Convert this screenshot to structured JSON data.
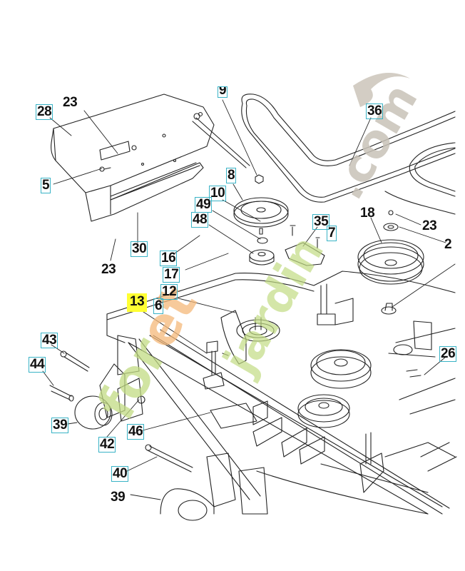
{
  "diagram": {
    "type": "exploded-parts-diagram",
    "subject": "mower deck assembly",
    "highlighted_part": "13",
    "watermark": {
      "text_parts": [
        "f",
        "o",
        "r",
        "e",
        "t",
        "-",
        "j",
        "a",
        "r",
        "d",
        "i",
        "n",
        ".",
        "c",
        "o",
        "m"
      ],
      "full_text": "foret-jardin.com",
      "colors": {
        "green": "#b7d66b",
        "orange": "#f5b97a",
        "grey": "#c8c2b8"
      }
    },
    "colors": {
      "label_box": "#39b3c6",
      "highlight": "#ffff33",
      "line": "#222222"
    },
    "labels": [
      {
        "id": "lbl-28",
        "text": "28",
        "boxed": true
      },
      {
        "id": "lbl-23a",
        "text": "23",
        "boxed": false
      },
      {
        "id": "lbl-5",
        "text": "5",
        "boxed": true
      },
      {
        "id": "lbl-30",
        "text": "30",
        "boxed": true
      },
      {
        "id": "lbl-23b",
        "text": "23",
        "boxed": false
      },
      {
        "id": "lbl-9",
        "text": "9",
        "boxed": true
      },
      {
        "id": "lbl-8",
        "text": "8",
        "boxed": true
      },
      {
        "id": "lbl-10",
        "text": "10",
        "boxed": true
      },
      {
        "id": "lbl-49",
        "text": "49",
        "boxed": true
      },
      {
        "id": "lbl-48",
        "text": "48",
        "boxed": true
      },
      {
        "id": "lbl-16",
        "text": "16",
        "boxed": true
      },
      {
        "id": "lbl-17",
        "text": "17",
        "boxed": true
      },
      {
        "id": "lbl-12",
        "text": "12",
        "boxed": true
      },
      {
        "id": "lbl-13",
        "text": "13",
        "boxed": false,
        "highlighted": true
      },
      {
        "id": "lbl-6",
        "text": "6",
        "boxed": true
      },
      {
        "id": "lbl-36",
        "text": "36",
        "boxed": true
      },
      {
        "id": "lbl-35",
        "text": "35",
        "boxed": true
      },
      {
        "id": "lbl-7",
        "text": "7",
        "boxed": true
      },
      {
        "id": "lbl-18",
        "text": "18",
        "boxed": false
      },
      {
        "id": "lbl-23c",
        "text": "23",
        "boxed": false
      },
      {
        "id": "lbl-2",
        "text": "2",
        "boxed": false
      },
      {
        "id": "lbl-26",
        "text": "26",
        "boxed": true
      },
      {
        "id": "lbl-43",
        "text": "43",
        "boxed": true
      },
      {
        "id": "lbl-44",
        "text": "44",
        "boxed": true
      },
      {
        "id": "lbl-39a",
        "text": "39",
        "boxed": true
      },
      {
        "id": "lbl-42",
        "text": "42",
        "boxed": true
      },
      {
        "id": "lbl-46",
        "text": "46",
        "boxed": true
      },
      {
        "id": "lbl-40",
        "text": "40",
        "boxed": true
      },
      {
        "id": "lbl-39b",
        "text": "39",
        "boxed": false
      }
    ]
  }
}
